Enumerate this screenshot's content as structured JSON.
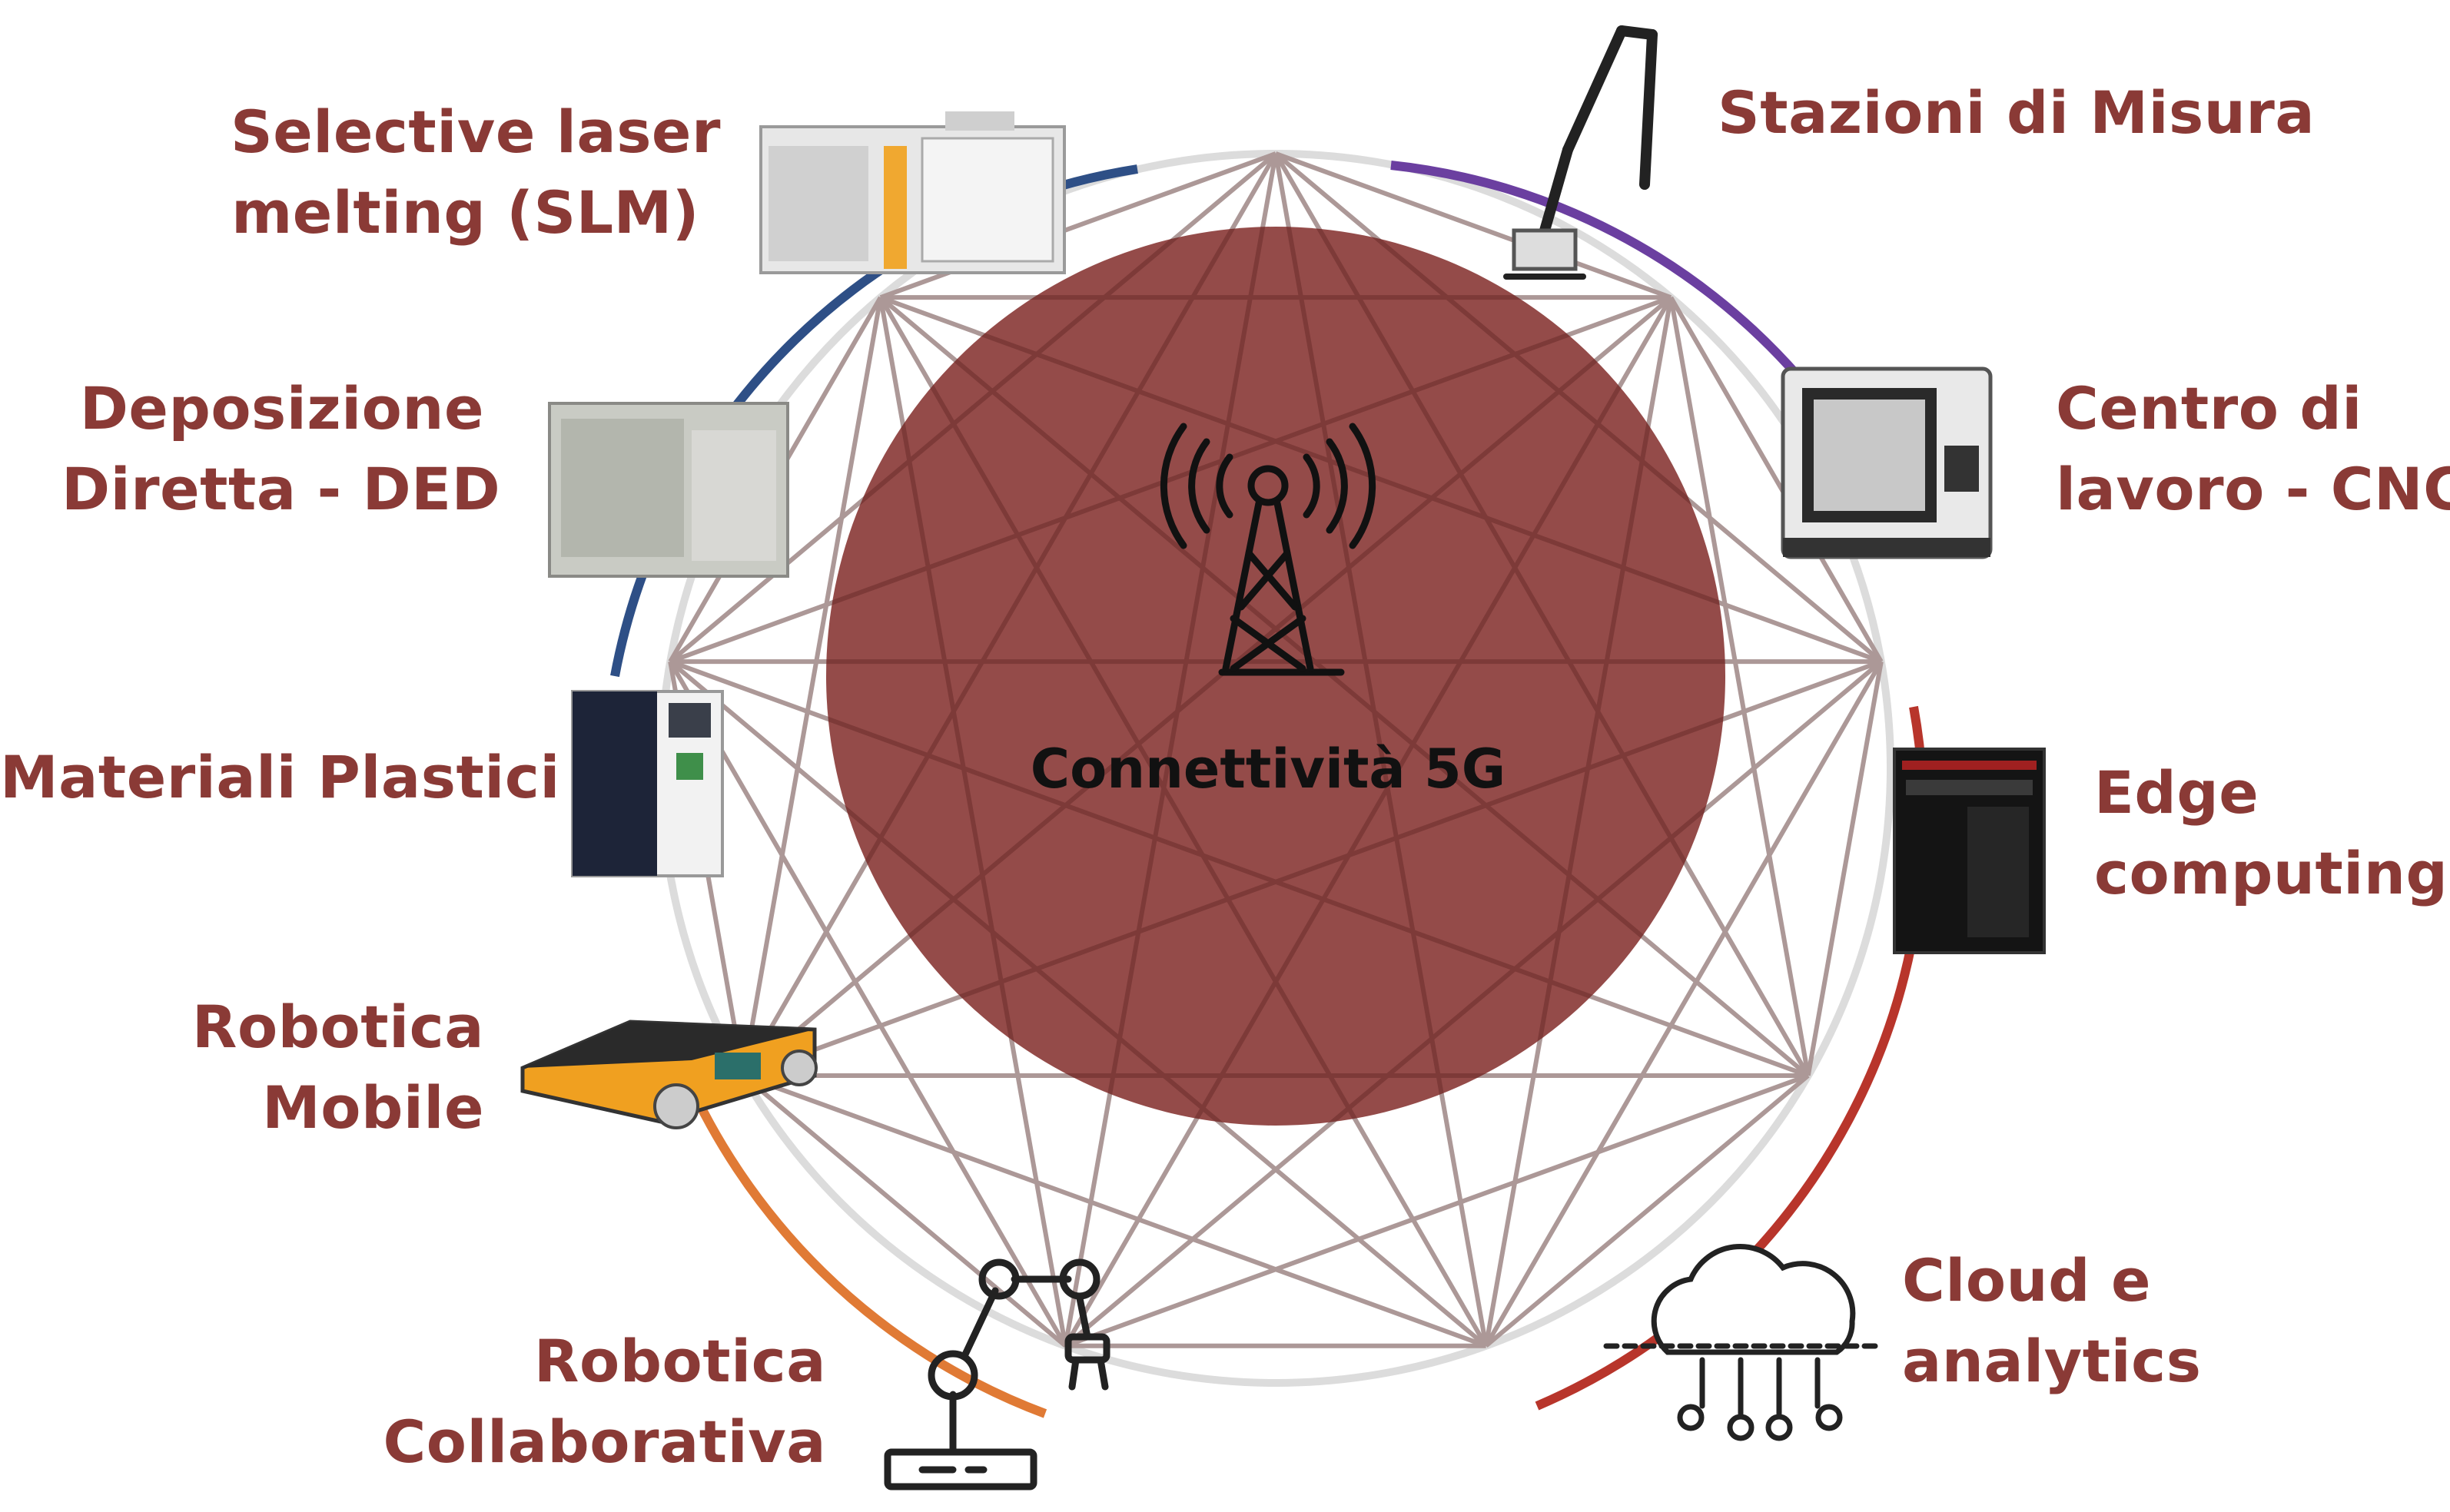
{
  "center": {
    "label": "Connettività 5G",
    "icon": "cell-tower-icon",
    "fill": "#8b3c3a"
  },
  "nodes": [
    {
      "id": "slm",
      "lines": [
        "Selective laser",
        "melting (SLM)"
      ],
      "icon": "slm-machine-icon"
    },
    {
      "id": "misura",
      "lines": [
        "Stazioni di Misura"
      ],
      "icon": "measuring-arm-icon"
    },
    {
      "id": "ded",
      "lines": [
        "Deposizione",
        "Diretta - DED"
      ],
      "icon": "ded-machine-icon"
    },
    {
      "id": "cnc",
      "lines": [
        "Centro di",
        "lavoro - CNC"
      ],
      "icon": "cnc-machine-icon"
    },
    {
      "id": "plastici",
      "lines": [
        "Materiali Plastici"
      ],
      "icon": "3d-printer-icon"
    },
    {
      "id": "edge",
      "lines": [
        "Edge",
        "computing"
      ],
      "icon": "server-rack-icon"
    },
    {
      "id": "robmob",
      "lines": [
        "Robotica",
        "Mobile"
      ],
      "icon": "mobile-robot-icon"
    },
    {
      "id": "cloud",
      "lines": [
        "Cloud e",
        "analytics"
      ],
      "icon": "cloud-analytics-icon"
    },
    {
      "id": "robcol",
      "lines": [
        "Robotica",
        "Collaborativa"
      ],
      "icon": "robot-arm-icon"
    }
  ],
  "colors": {
    "label": "#8a3a36",
    "arc_blue": "#2e4f86",
    "arc_purple": "#6b3fa0",
    "arc_red": "#b8352b",
    "arc_orange": "#e07a35",
    "mesh": "#d9d9d9"
  }
}
